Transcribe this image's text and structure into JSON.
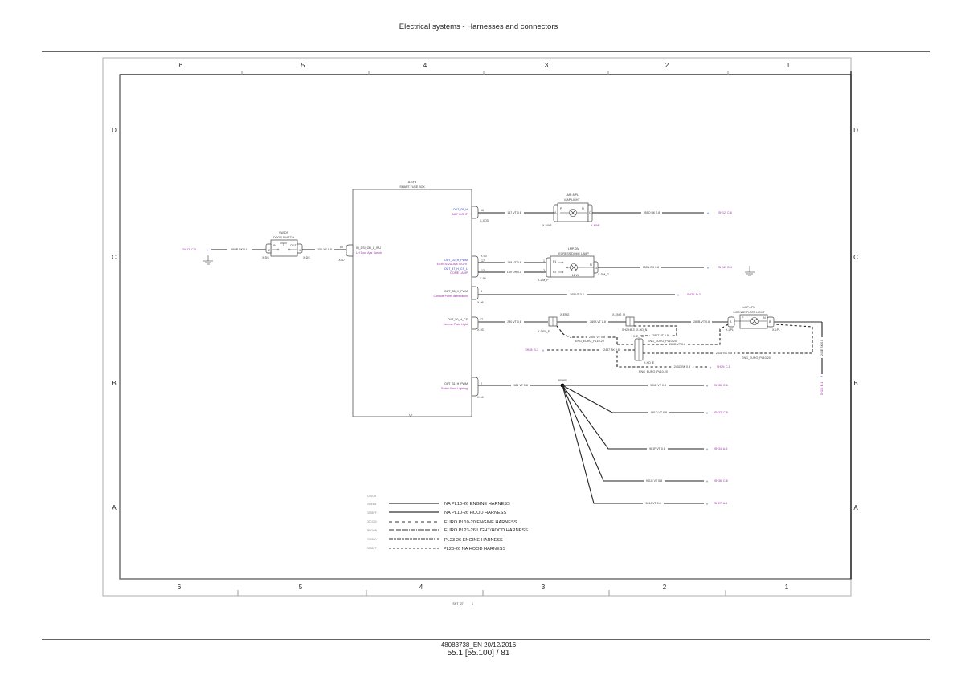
{
  "page": {
    "header_title": "Electrical systems - Harnesses and connectors",
    "footer_doc": "48083738_EN 20/12/2016",
    "footer_page": "55.1 [55.100] / 81",
    "sheet_label": "SHT_27",
    "sheet_number": "1"
  },
  "frame": {
    "columns": [
      "6",
      "5",
      "4",
      "3",
      "2",
      "1"
    ],
    "rows": [
      "D",
      "C",
      "B",
      "A"
    ]
  },
  "colors": {
    "signal_text": "#2b36c9",
    "reference_text": "#9a2fa6",
    "wire": "#222222"
  },
  "module": {
    "id": "A-SFB",
    "name": "SMART FUSE BOX",
    "pins": [
      {
        "signal": "IN_DSI_OR_L_WU",
        "desc": "LH Door Ajar Switch",
        "pin": "80",
        "connector": "X-47"
      },
      {
        "signal": "OUT_05_H",
        "desc": "MAP LIGHT",
        "pin": "16",
        "connector": "X-XO3"
      },
      {
        "signal": "OUT_02_H_PWM",
        "desc": "EGRESS/DOME LIGHT",
        "pin": "17",
        "connector": "X-90"
      },
      {
        "signal": "OUT_47_H_CS_L",
        "desc": "DOME LAMP",
        "pin": "12",
        "connector": "X-95"
      },
      {
        "signal": "OUT_35_H_PWM",
        "desc": "Console Panel Illumination",
        "pin": "8",
        "connector": "X-96"
      },
      {
        "signal": "OUT_50_H_CS",
        "desc": "License Plate Light",
        "pin": "17",
        "connector": "X-93"
      },
      {
        "signal": "OUT_31_H_PWM",
        "desc": "Switch Back Lighting",
        "pin": "2",
        "connector": "X-94"
      }
    ]
  },
  "components": {
    "door_switch": {
      "id": "SW-DS",
      "name": "DOOR SWITCH",
      "pin_in": "IN",
      "pin_out": "OUT",
      "conn_left": "X-DS",
      "conn_right": "X-DS",
      "pin_left": "2",
      "pin_right": "1"
    },
    "map_light": {
      "id": "LMP-MPL",
      "name": "MAP LIGHT",
      "conn_left": "X-MAP",
      "conn_right": "X-MAP",
      "pin_a": "A",
      "pin_p": "P",
      "pin_n": "N",
      "pin_c": "C"
    },
    "dome_lamp": {
      "id": "LMP-DM",
      "name": "EGRESS/DOME LAMP",
      "conn_left": "X-DM_P",
      "conn_right": "X-DM_G",
      "pin_p1": "P1",
      "pin_p2": "P2",
      "pin_n": "N",
      "pin_1": "1",
      "pin_2": "2",
      "pin_3": "3",
      "voltage": "12 W"
    },
    "license_light": {
      "id": "LMP-LPL",
      "name": "LICENSE PLATE LIGHT",
      "conn_left": "X-LPL",
      "conn_right": "X-LPL",
      "pin_a": "A",
      "pin_p": "P",
      "pin_n": "N",
      "pin_b": "B"
    },
    "splice": {
      "id": "SP-981"
    },
    "conn_x_eng": {
      "id": "X-ENG",
      "sub": "X-DRL_E",
      "pins": [
        "23",
        "23"
      ]
    },
    "conn_x_eng_h": {
      "id": "X-ENG_H",
      "sub": "SH29:B-3",
      "pins": [
        "B",
        "B"
      ]
    },
    "conn_x_hd_n": {
      "id": "X-HD_N"
    },
    "conn_x_e_hd": {
      "id": "X-E_HD",
      "sub": "X-HD_E",
      "pins": [
        "A",
        "A",
        "C",
        "C",
        "B",
        "B"
      ]
    }
  },
  "wires": [
    {
      "label": "959P BK 0.8",
      "ref": "SH13: C-5"
    },
    {
      "label": "151 YE 0.8"
    },
    {
      "label": "147 VT 0.8"
    },
    {
      "label": "955Q BK 0.8",
      "ref": "SH12: C-6"
    },
    {
      "label": "148 VT 0.8"
    },
    {
      "label": "149 OR 0.8"
    },
    {
      "label": "955N BK 0.8",
      "ref": "SH12: C-4"
    },
    {
      "label": "265 VT 0.8",
      "ref": "SH32: D-3"
    },
    {
      "label": "280 VT 0.8"
    },
    {
      "label": "280A VT 0.8"
    },
    {
      "label": "280B VT 0.8"
    },
    {
      "label": "280C VT 0.8",
      "harness": "ENG_EURO_PL10-20"
    },
    {
      "label": "280T VT 0.8",
      "harness": "ENG_EURO_PL10-20"
    },
    {
      "label": "280D VT 0.8"
    },
    {
      "label": "2437 BK 0.8",
      "ref": "SH28: B-1"
    },
    {
      "label": "243D BK 0.8",
      "harness": "ENG_EURO_PL10-20"
    },
    {
      "label": "243C BK 0.8",
      "ref": "SH29: C-1",
      "harness": "ENG_EURO_PL10-20"
    },
    {
      "label": "243E BK 0.8",
      "ref": "SH28: B-1"
    },
    {
      "label": "981 VT 0.8"
    },
    {
      "label": "981B VT 0.8",
      "ref": "SH36: C-6"
    },
    {
      "label": "981D VT 0.8",
      "ref": "SH33: C-5"
    },
    {
      "label": "981F VT 0.8",
      "ref": "SH34: A-6"
    },
    {
      "label": "981G VT 0.8",
      "ref": "SH36: C-6"
    },
    {
      "label": "981J VT 0.8",
      "ref": "SH27: A-4"
    }
  ],
  "legend": {
    "header": "COLOR",
    "items": [
      {
        "code": "GREEN",
        "style": "solid",
        "label": "NA PL10-26 ENGINE HARNESS"
      },
      {
        "code": "33BBFF",
        "style": "solid",
        "label": "NA PL10-26 HOOD HARNESS"
      },
      {
        "code": "33CC00",
        "style": "dashed",
        "label": "EURO PL10-20 ENGINE HARNESS"
      },
      {
        "code": "BROWN",
        "style": "dash-dot",
        "label": "EURO PL23-26 LIGHT/HOOD HARNESS"
      },
      {
        "code": "33BB00",
        "style": "dash-dot-dot",
        "label": "PL23-26 ENGINE HARNESS"
      },
      {
        "code": "33BBFF",
        "style": "short-dash",
        "label": "PL23-26 NA HOOD HARNESS"
      }
    ]
  }
}
